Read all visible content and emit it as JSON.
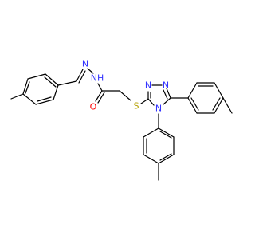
{
  "molecule": {
    "atoms": [
      {
        "id": "s1",
        "label": "S",
        "color": "#b5a000"
      },
      {
        "id": "n_hydrazone",
        "label": "N",
        "color": "#3333ff"
      },
      {
        "id": "nh",
        "label": "NH",
        "color": "#3333ff"
      },
      {
        "id": "o1",
        "label": "O",
        "color": "#ff0000"
      },
      {
        "id": "n_triazole_1",
        "label": "N",
        "color": "#3333ff"
      },
      {
        "id": "n_triazole_2",
        "label": "N",
        "color": "#3333ff"
      },
      {
        "id": "n_triazole_4",
        "label": "N",
        "color": "#3333ff"
      }
    ],
    "bond_color": "#000000"
  }
}
